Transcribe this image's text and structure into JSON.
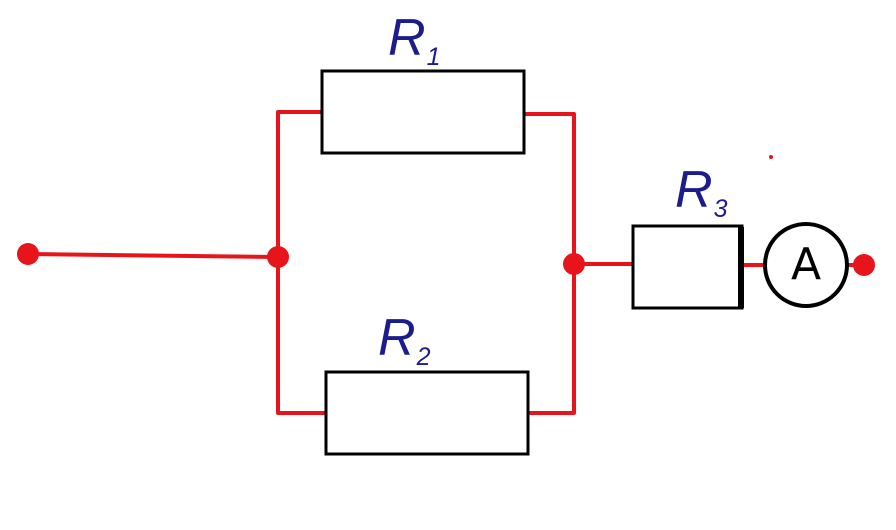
{
  "colors": {
    "wire": "#e8141c",
    "outline": "#000000",
    "label": "#1c1c8c",
    "background": "#ffffff"
  },
  "resistors": [
    {
      "id": "r1",
      "letter": "R",
      "index": "1"
    },
    {
      "id": "r2",
      "letter": "R",
      "index": "2"
    },
    {
      "id": "r3",
      "letter": "R",
      "index": "3"
    }
  ],
  "ammeter": {
    "symbol": "A",
    "icon": "ammeter-icon"
  }
}
